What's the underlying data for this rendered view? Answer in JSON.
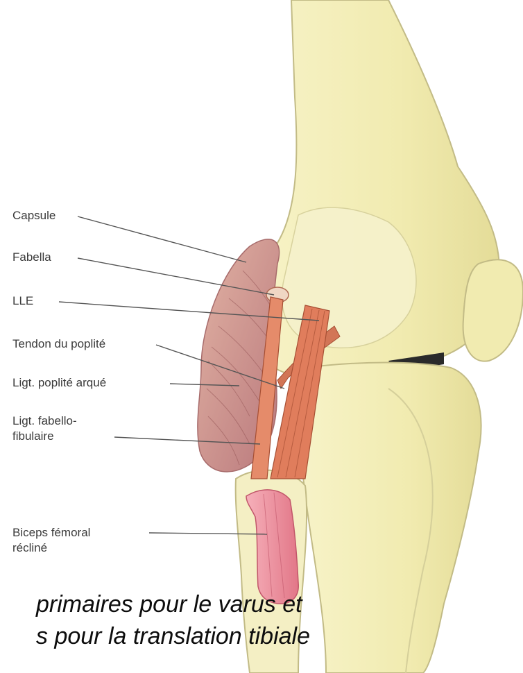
{
  "labels": {
    "capsule": "Capsule",
    "fabella": "Fabella",
    "lle": "LLE",
    "tendon_poplite": "Tendon du poplité",
    "ligt_poplite_arque": "Ligt. poplité arqué",
    "ligt_fabello_line1": "Ligt. fabello-",
    "ligt_fabello_line2": "fibulaire",
    "biceps_line1": "Biceps fémoral",
    "biceps_line2": "récliné"
  },
  "caption": {
    "line1": "primaires pour le varus et",
    "line2": "s pour la translation tibiale"
  },
  "colors": {
    "bone": "#f4efb6",
    "bone_outline": "#b7b07a",
    "capsule": "#c98f8f",
    "ligament": "#d96a4a",
    "biceps": "#ef8e9b",
    "leader_line": "#555555"
  }
}
